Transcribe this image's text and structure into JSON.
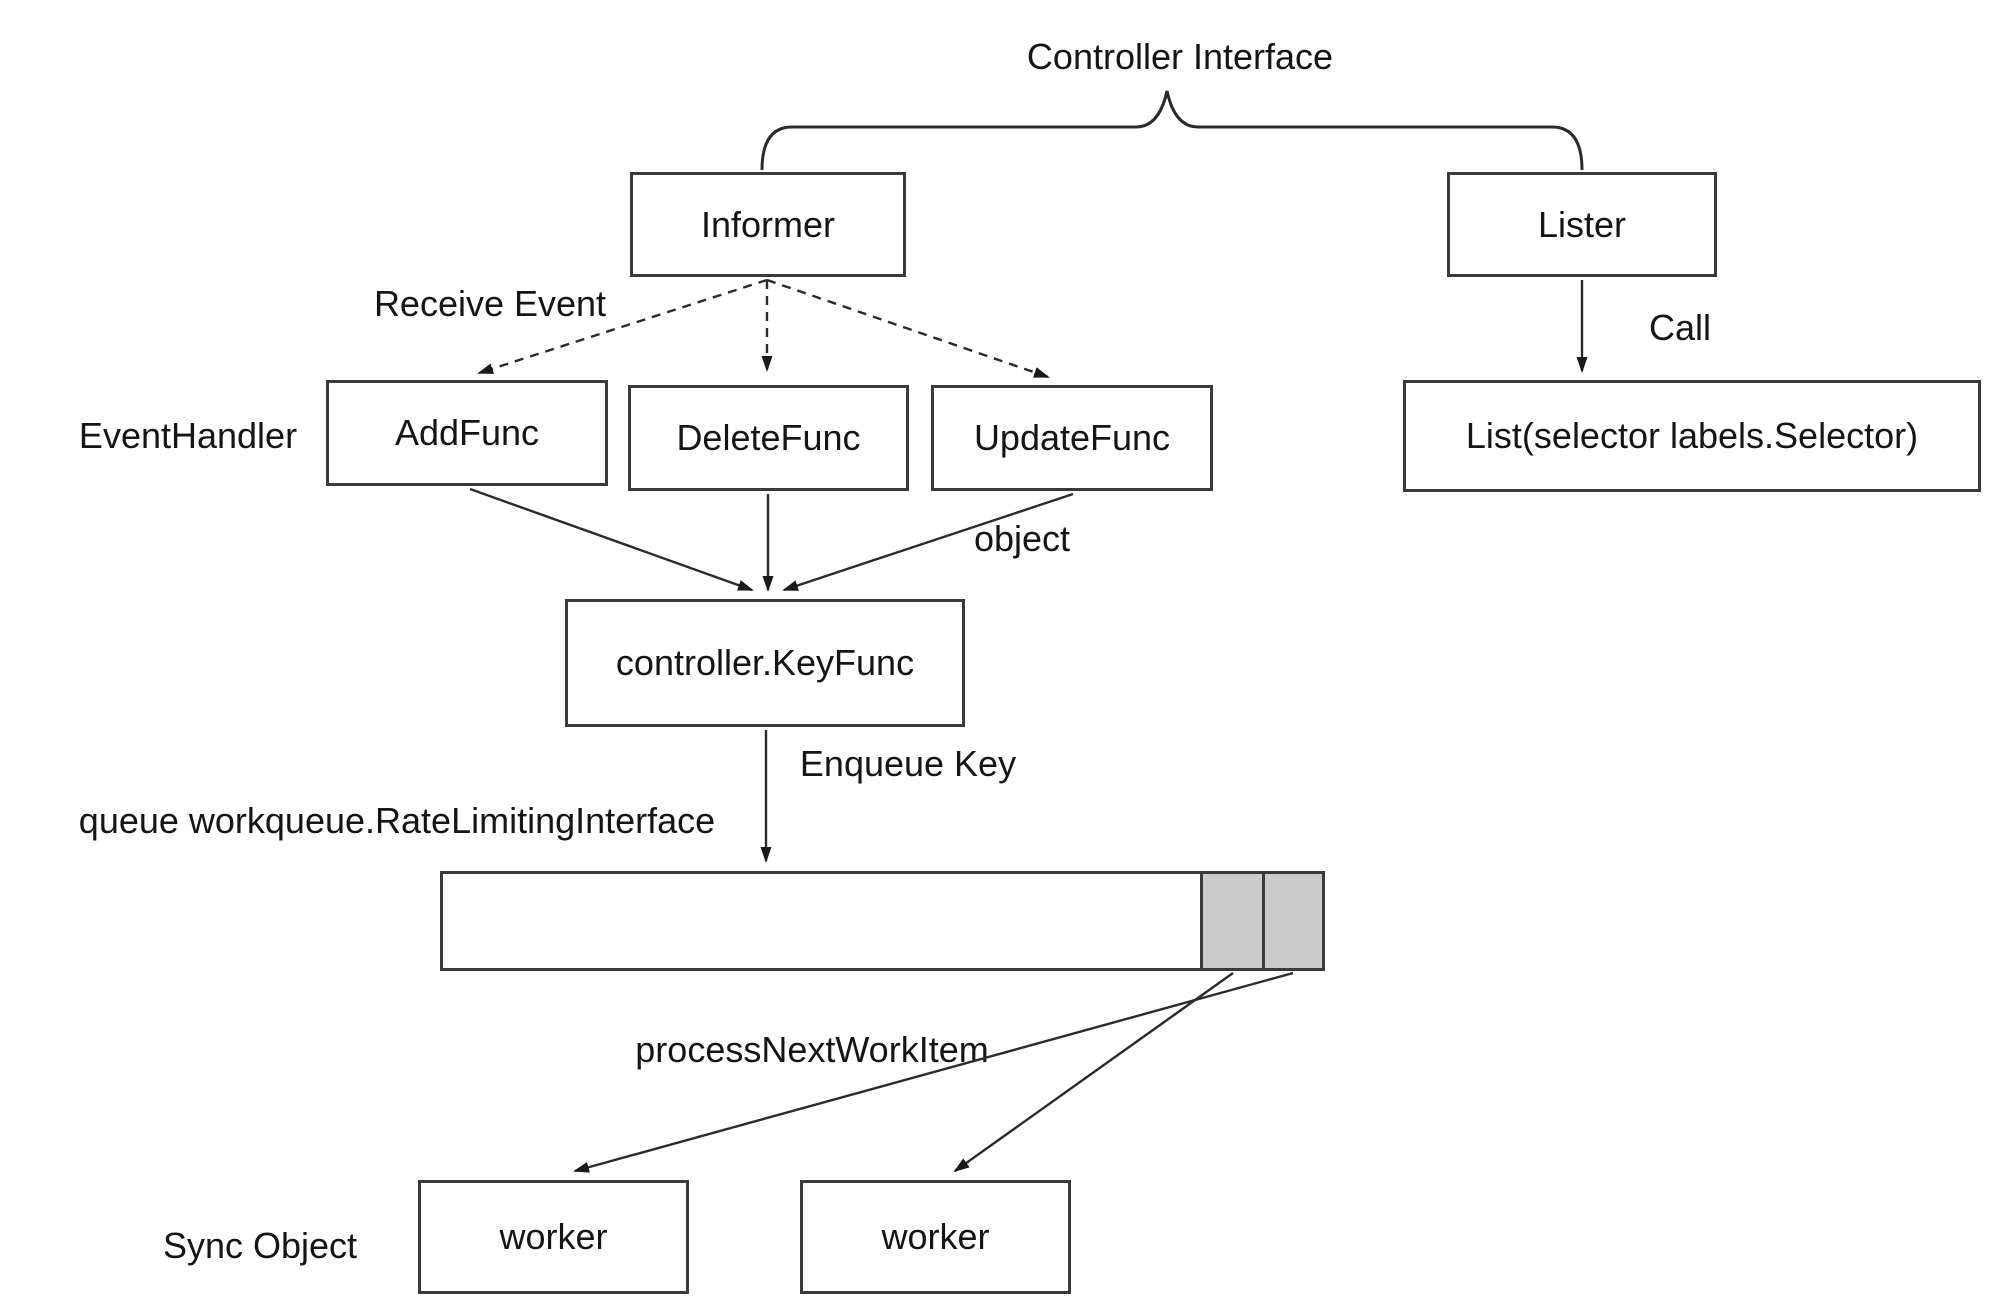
{
  "title": "Controller Interface",
  "boxes": {
    "informer": {
      "label": "Informer"
    },
    "lister": {
      "label": "Lister"
    },
    "addfunc": {
      "label": "AddFunc"
    },
    "deletefunc": {
      "label": "DeleteFunc"
    },
    "updatefunc": {
      "label": "UpdateFunc"
    },
    "list": {
      "label": "List(selector labels.Selector)"
    },
    "keyfunc": {
      "label": "controller.KeyFunc"
    },
    "worker1": {
      "label": "worker"
    },
    "worker2": {
      "label": "worker"
    }
  },
  "labels": {
    "receive_event": "Receive Event",
    "event_handler": "EventHandler",
    "call": "Call",
    "object": "object",
    "enqueue_key": "Enqueue Key",
    "queue": "queue workqueue.RateLimitingInterface",
    "process_next_work_item": "processNextWorkItem",
    "sync_object": "Sync Object"
  },
  "queue_items_count": 2,
  "colors": {
    "background": "#ffffff",
    "line": "#2b2b2b",
    "box_border": "#3a3a3a",
    "text": "#151515",
    "queue_item_fill": "#cbcbcb"
  }
}
